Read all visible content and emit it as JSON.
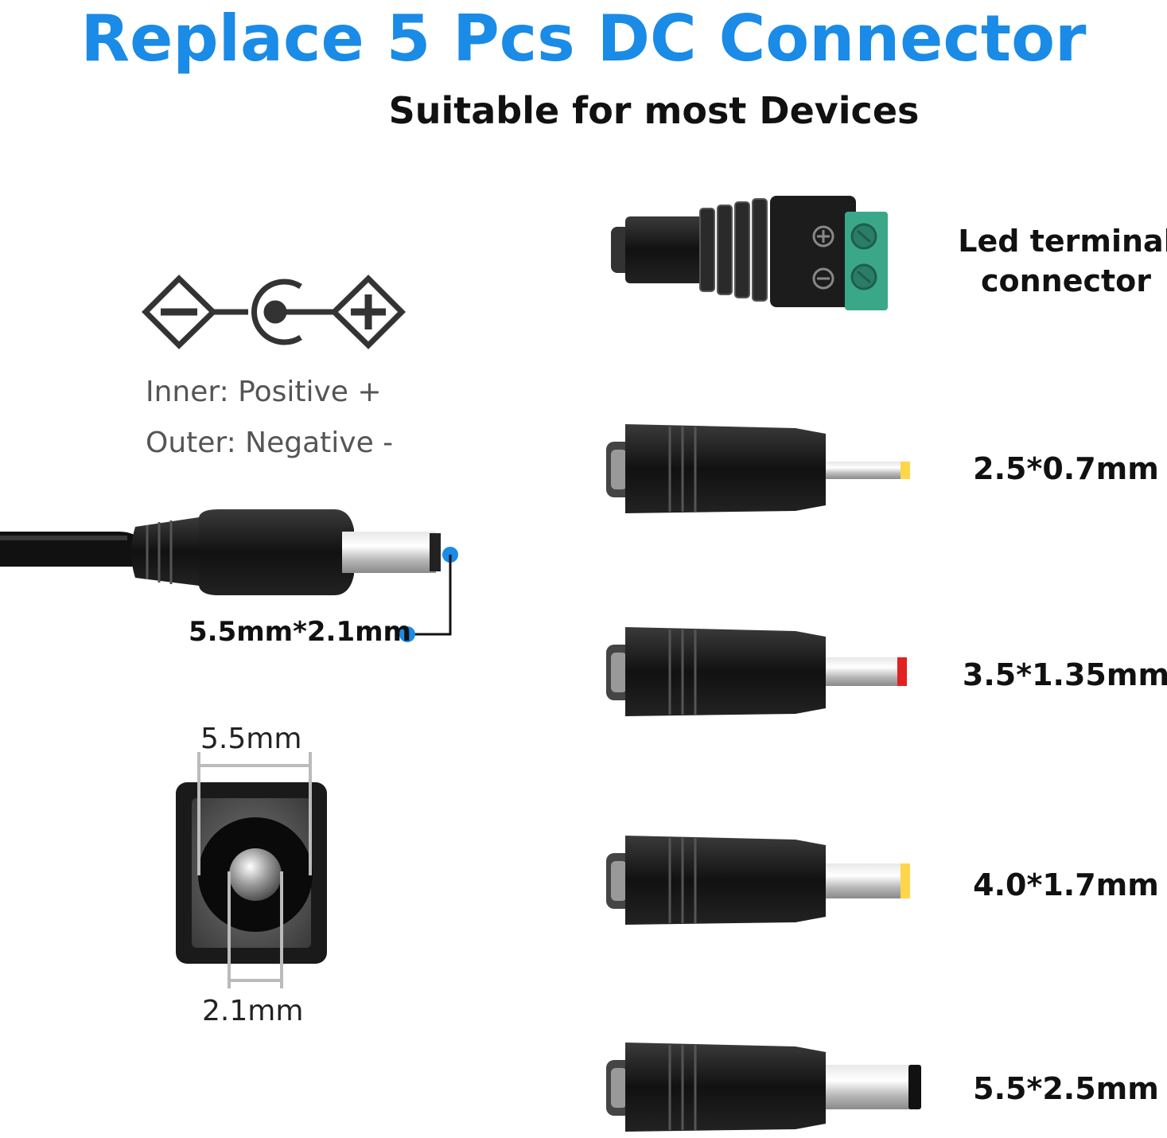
{
  "colors": {
    "accent": "#1a8be6",
    "text": "#111111",
    "polarity_text": "#555555",
    "terminal_green": "#3aa888"
  },
  "header": {
    "title": "Replace 5 Pcs DC Connector",
    "subtitle": "Suitable for most Devices"
  },
  "polarity": {
    "inner": "Inner:  Positive +",
    "outer": "Outer:  Negative -"
  },
  "main_plug": {
    "label": "5.5mm*2.1mm"
  },
  "socket": {
    "outer_label": "5.5mm",
    "inner_label": "2.1mm"
  },
  "adapters": [
    {
      "label_line1": "Led terminal",
      "label_line2": "connector"
    },
    {
      "label": "2.5*0.7mm"
    },
    {
      "label": "3.5*1.35mm"
    },
    {
      "label": "4.0*1.7mm"
    },
    {
      "label": "5.5*2.5mm"
    }
  ]
}
